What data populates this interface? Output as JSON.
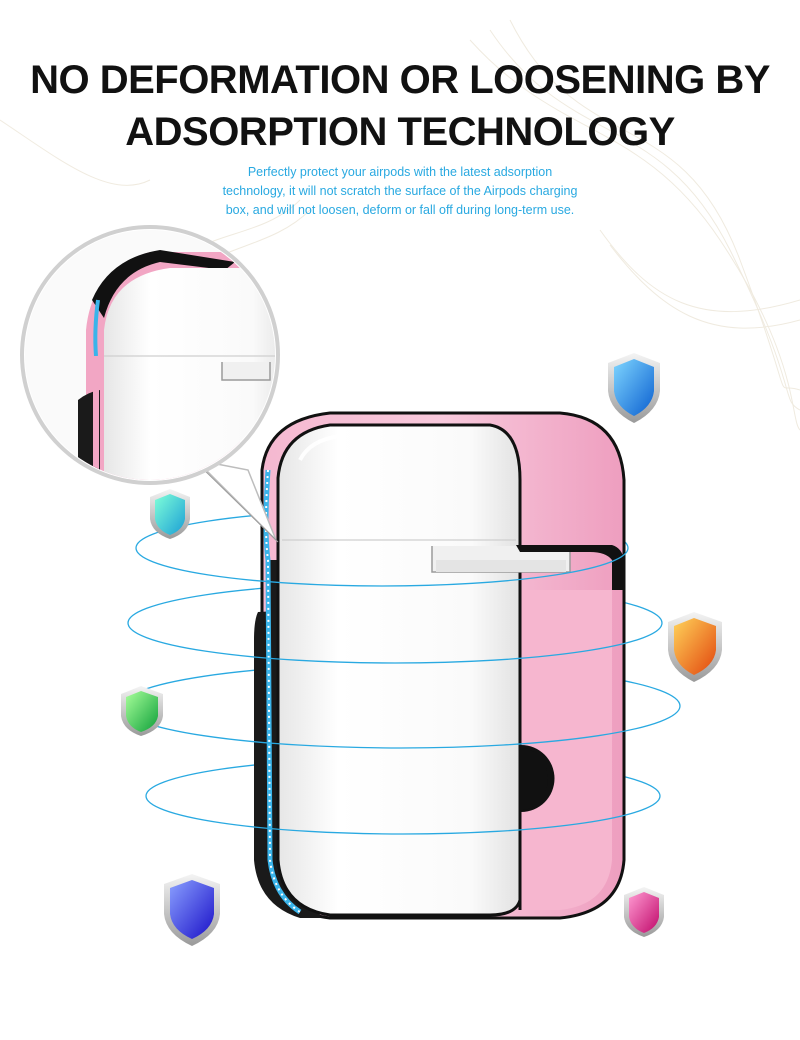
{
  "headline": {
    "line1": "NO DEFORMATION OR LOOSENING BY",
    "line2": "ADSORPTION TECHNOLOGY"
  },
  "description": {
    "line1": "Perfectly protect your airpods with the latest adsorption",
    "line2": "technology, it will not scratch the surface of the Airpods charging",
    "line3": "box, and will not loosen, deform or fall off during long-term use."
  },
  "colors": {
    "headline": "#111111",
    "description": "#29a9e1",
    "case_pink": "#f2a9c6",
    "rings": "#29a9e1",
    "shields": [
      "#1e8fe0",
      "#2fd8b0",
      "#ff7a1a",
      "#26d04a",
      "#2b3bf0",
      "#e0208a"
    ]
  },
  "icons": {
    "shield": "shield-icon",
    "zoom": "magnifier-callout"
  }
}
